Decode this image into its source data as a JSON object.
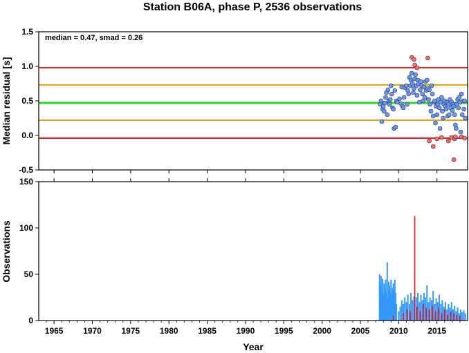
{
  "chart_data": [
    {
      "type": "scatter",
      "title": "Station B06A, phase P, 2536 observations",
      "annotation": "median = 0.47, smad = 0.26",
      "xlabel": "",
      "ylabel": "Median residual [s]",
      "xlim": [
        1963,
        2019
      ],
      "ylim": [
        -0.5,
        1.5
      ],
      "yticks": [
        "-0.5",
        "0.0",
        "0.5",
        "1.0",
        "1.5"
      ],
      "grid": false,
      "reference_lines": [
        {
          "y": 0.98,
          "color": "#ee2222"
        },
        {
          "y": 0.73,
          "color": "#f0a000"
        },
        {
          "y": 0.47,
          "color": "#22dd22"
        },
        {
          "y": 0.22,
          "color": "#f0a000"
        },
        {
          "y": -0.04,
          "color": "#ee2222"
        }
      ],
      "colors": {
        "inlier": "#6699ff",
        "outlier": "#ff6666"
      },
      "series": [
        {
          "points": [
            [
              2007.6,
              0.45
            ],
            [
              2007.7,
              0.5
            ],
            [
              2007.8,
              0.2
            ],
            [
              2007.9,
              0.38
            ],
            [
              2008.0,
              0.42
            ],
            [
              2008.1,
              0.35
            ],
            [
              2008.2,
              0.47
            ],
            [
              2008.3,
              0.55
            ],
            [
              2008.4,
              0.62
            ],
            [
              2008.5,
              0.3
            ],
            [
              2008.6,
              0.66
            ],
            [
              2008.7,
              0.5
            ],
            [
              2008.8,
              0.45
            ],
            [
              2008.9,
              0.52
            ],
            [
              2009.0,
              0.72
            ],
            [
              2009.1,
              0.6
            ],
            [
              2009.2,
              0.4
            ],
            [
              2009.3,
              0.38
            ],
            [
              2009.4,
              0.1
            ],
            [
              2009.5,
              0.65
            ],
            [
              2009.6,
              0.12
            ],
            [
              2009.7,
              0.5
            ],
            [
              2009.8,
              0.48
            ],
            [
              2010.1,
              0.53
            ],
            [
              2010.3,
              0.46
            ],
            [
              2010.4,
              0.7
            ],
            [
              2010.5,
              0.42
            ],
            [
              2010.6,
              0.4
            ],
            [
              2010.7,
              0.55
            ],
            [
              2010.8,
              0.69
            ],
            [
              2011.0,
              0.72
            ],
            [
              2011.1,
              0.45
            ],
            [
              2011.2,
              0.65
            ],
            [
              2011.3,
              0.6
            ],
            [
              2011.4,
              0.84
            ],
            [
              2011.5,
              0.72
            ],
            [
              2011.6,
              0.8
            ],
            [
              2011.7,
              0.9
            ],
            [
              2011.8,
              0.75
            ],
            [
              2011.9,
              0.62
            ],
            [
              2012.0,
              0.68
            ],
            [
              2012.1,
              0.82
            ],
            [
              2012.2,
              0.88
            ],
            [
              2012.3,
              0.72
            ],
            [
              2012.4,
              0.58
            ],
            [
              2012.5,
              0.8
            ],
            [
              2012.6,
              0.75
            ],
            [
              2012.7,
              0.48
            ],
            [
              2012.8,
              0.66
            ],
            [
              2012.9,
              0.78
            ],
            [
              2013.0,
              0.72
            ],
            [
              2013.1,
              0.6
            ],
            [
              2013.2,
              0.5
            ],
            [
              2013.3,
              0.7
            ],
            [
              2013.4,
              0.55
            ],
            [
              2013.5,
              0.78
            ],
            [
              2013.6,
              0.65
            ],
            [
              2013.7,
              0.8
            ],
            [
              2013.8,
              0.68
            ],
            [
              2013.9,
              0.52
            ],
            [
              2014.0,
              0.66
            ],
            [
              2014.1,
              0.45
            ],
            [
              2014.2,
              0.35
            ],
            [
              2014.3,
              0.72
            ],
            [
              2014.4,
              0.6
            ],
            [
              2014.5,
              0.28
            ],
            [
              2014.6,
              0.48
            ],
            [
              2014.7,
              0.5
            ],
            [
              2014.8,
              0.18
            ],
            [
              2014.9,
              0.42
            ],
            [
              2015.0,
              0.3
            ],
            [
              2015.1,
              0.45
            ],
            [
              2015.2,
              0.52
            ],
            [
              2015.3,
              0.4
            ],
            [
              2015.4,
              0.1
            ],
            [
              2015.5,
              0.48
            ],
            [
              2015.6,
              0.55
            ],
            [
              2015.7,
              0.35
            ],
            [
              2015.8,
              0.25
            ],
            [
              2015.9,
              0.45
            ],
            [
              2016.0,
              0.5
            ],
            [
              2016.1,
              0.42
            ],
            [
              2016.2,
              0.38
            ],
            [
              2016.3,
              0.48
            ],
            [
              2016.4,
              0.28
            ],
            [
              2016.5,
              0.45
            ],
            [
              2016.6,
              0.3
            ],
            [
              2016.7,
              0.52
            ],
            [
              2016.8,
              0.4
            ],
            [
              2016.9,
              0.48
            ],
            [
              2017.0,
              0.36
            ],
            [
              2017.1,
              0.45
            ],
            [
              2017.2,
              0.42
            ],
            [
              2017.3,
              0.3
            ],
            [
              2017.4,
              0.15
            ],
            [
              2017.5,
              0.1
            ],
            [
              2017.6,
              0.45
            ],
            [
              2017.7,
              0.52
            ],
            [
              2017.8,
              0.4
            ],
            [
              2017.9,
              0.55
            ],
            [
              2018.0,
              0.48
            ],
            [
              2018.1,
              0.05
            ],
            [
              2018.2,
              0.6
            ],
            [
              2018.3,
              0.3
            ],
            [
              2018.4,
              0.5
            ],
            [
              2018.5,
              0.38
            ],
            [
              2018.6,
              0.5
            ],
            [
              2018.7,
              0.25
            ]
          ]
        },
        {
          "points": [
            [
              2011.7,
              1.13
            ],
            [
              2012.0,
              1.1
            ],
            [
              2012.1,
              1.02
            ],
            [
              2012.4,
              0.98
            ],
            [
              2013.8,
              1.12
            ],
            [
              2014.0,
              -0.08
            ],
            [
              2014.5,
              -0.16
            ],
            [
              2015.0,
              -0.05
            ],
            [
              2015.6,
              -0.03
            ],
            [
              2016.5,
              -0.08
            ],
            [
              2016.9,
              -0.03
            ],
            [
              2017.2,
              -0.35
            ],
            [
              2017.3,
              -0.05
            ],
            [
              2017.4,
              -0.02
            ],
            [
              2018.2,
              -0.02
            ],
            [
              2018.6,
              -0.04
            ]
          ]
        }
      ]
    },
    {
      "type": "bar",
      "xlabel": "Year",
      "ylabel": "Observations",
      "xlim": [
        1963,
        2019
      ],
      "ylim": [
        0,
        150
      ],
      "xticks": [
        "1965",
        "1970",
        "1975",
        "1980",
        "1985",
        "1990",
        "1995",
        "2000",
        "2005",
        "2010",
        "2015"
      ],
      "yticks": [
        "0",
        "50",
        "100",
        "150"
      ],
      "grid": false,
      "colors": {
        "primary": "#3399ff",
        "secondary": "#ee1111"
      },
      "series": [
        {
          "values": [
            [
              2007.5,
              50
            ],
            [
              2007.6,
              38
            ],
            [
              2007.7,
              48
            ],
            [
              2007.8,
              33
            ],
            [
              2007.9,
              45
            ],
            [
              2008.0,
              28
            ],
            [
              2008.1,
              40
            ],
            [
              2008.2,
              35
            ],
            [
              2008.3,
              44
            ],
            [
              2008.4,
              30
            ],
            [
              2008.5,
              63
            ],
            [
              2008.6,
              25
            ],
            [
              2008.7,
              42
            ],
            [
              2008.8,
              38
            ],
            [
              2008.9,
              30
            ],
            [
              2009.0,
              44
            ],
            [
              2009.1,
              28
            ],
            [
              2009.2,
              35
            ],
            [
              2009.3,
              40
            ],
            [
              2009.4,
              32
            ],
            [
              2009.5,
              44
            ],
            [
              2009.6,
              30
            ],
            [
              2009.7,
              18
            ],
            [
              2010.0,
              10
            ],
            [
              2010.2,
              15
            ],
            [
              2010.4,
              22
            ],
            [
              2010.6,
              18
            ],
            [
              2010.8,
              25
            ],
            [
              2011.0,
              20
            ],
            [
              2011.2,
              28
            ],
            [
              2011.4,
              18
            ],
            [
              2011.6,
              30
            ],
            [
              2011.8,
              22
            ],
            [
              2012.0,
              26
            ],
            [
              2012.3,
              25
            ],
            [
              2012.5,
              30
            ],
            [
              2012.7,
              20
            ],
            [
              2012.9,
              28
            ],
            [
              2013.1,
              22
            ],
            [
              2013.3,
              30
            ],
            [
              2013.5,
              25
            ],
            [
              2013.7,
              38
            ],
            [
              2013.9,
              20
            ],
            [
              2014.1,
              25
            ],
            [
              2014.3,
              22
            ],
            [
              2014.5,
              32
            ],
            [
              2014.7,
              18
            ],
            [
              2014.9,
              24
            ],
            [
              2015.1,
              20
            ],
            [
              2015.3,
              28
            ],
            [
              2015.5,
              18
            ],
            [
              2015.7,
              22
            ],
            [
              2015.9,
              15
            ],
            [
              2016.1,
              20
            ],
            [
              2016.3,
              12
            ],
            [
              2016.5,
              18
            ],
            [
              2016.7,
              14
            ],
            [
              2016.9,
              20
            ],
            [
              2017.1,
              12
            ],
            [
              2017.3,
              16
            ],
            [
              2017.5,
              10
            ],
            [
              2017.7,
              14
            ],
            [
              2017.9,
              8
            ],
            [
              2018.1,
              12
            ],
            [
              2018.3,
              9
            ],
            [
              2018.5,
              11
            ],
            [
              2018.7,
              8
            ]
          ]
        },
        {
          "values": [
            [
              2009.3,
              5
            ],
            [
              2010.6,
              8
            ],
            [
              2011.1,
              12
            ],
            [
              2011.5,
              10
            ],
            [
              2012.1,
              113
            ],
            [
              2012.4,
              15
            ],
            [
              2012.8,
              10
            ],
            [
              2013.2,
              18
            ],
            [
              2013.6,
              14
            ],
            [
              2014.0,
              12
            ],
            [
              2014.4,
              16
            ],
            [
              2014.8,
              10
            ],
            [
              2015.2,
              14
            ],
            [
              2015.6,
              8
            ],
            [
              2016.0,
              12
            ],
            [
              2016.4,
              6
            ],
            [
              2016.8,
              10
            ],
            [
              2017.2,
              8
            ],
            [
              2017.6,
              6
            ],
            [
              2018.0,
              5
            ]
          ]
        }
      ]
    }
  ]
}
